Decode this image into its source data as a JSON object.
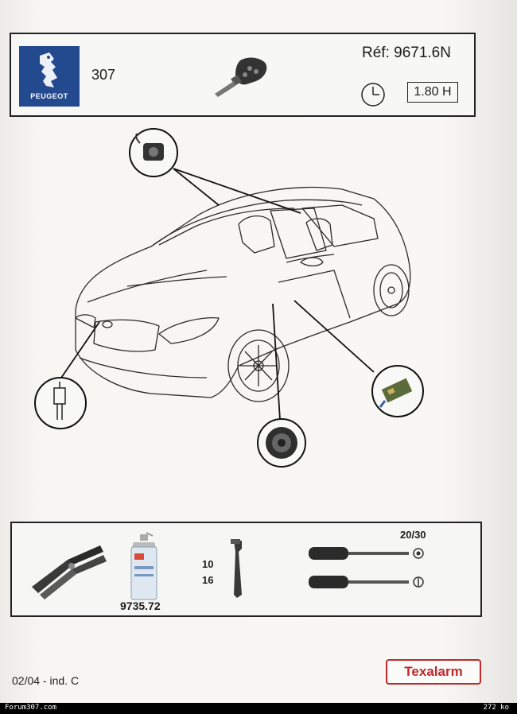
{
  "header": {
    "brand": "PEUGEOT",
    "model": "307",
    "reference": "Réf: 9671.6N",
    "install_time": "1.80 H"
  },
  "tools": {
    "spray_code": "9735.72",
    "wrench_sizes": [
      "10",
      "16"
    ],
    "screwdriver_torx": "20/30"
  },
  "footer": {
    "date_index": "02/04 - ind. C",
    "brand": "Texalarm",
    "watermark": "Forum307.com",
    "file_size": "272 ko"
  },
  "icons": [
    "peugeot-lion-logo-icon",
    "key-icon",
    "clock-icon",
    "sensor-icon",
    "siren-icon",
    "module-icon",
    "hood-switch-icon",
    "crimping-pliers-icon",
    "spray-can-icon",
    "socket-wrench-icon",
    "screwdriver-icon"
  ]
}
